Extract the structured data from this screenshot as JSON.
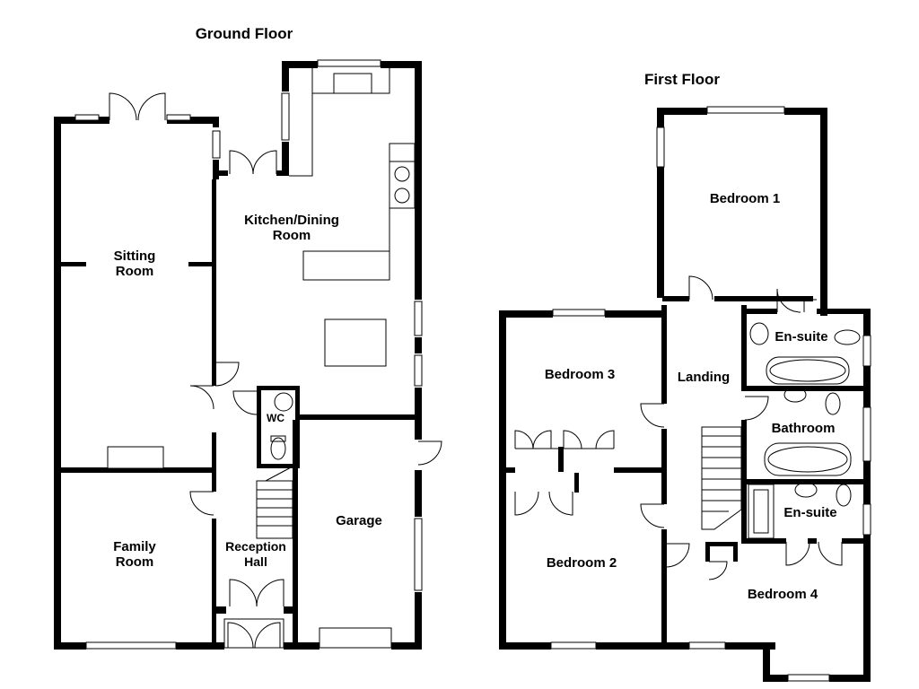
{
  "floors": {
    "ground": {
      "title": "Ground Floor",
      "rooms": {
        "sitting": "Sitting\nRoom",
        "kitchen": "Kitchen/Dining\nRoom",
        "wc": "WC",
        "family": "Family\nRoom",
        "reception": "Reception\nHall",
        "garage": "Garage"
      }
    },
    "first": {
      "title": "First Floor",
      "rooms": {
        "bed1": "Bedroom 1",
        "ensuite1": "En-suite",
        "bed3": "Bedroom 3",
        "landing": "Landing",
        "bathroom": "Bathroom",
        "ensuite2": "En-suite",
        "bed2": "Bedroom 2",
        "bed4": "Bedroom 4"
      }
    }
  }
}
